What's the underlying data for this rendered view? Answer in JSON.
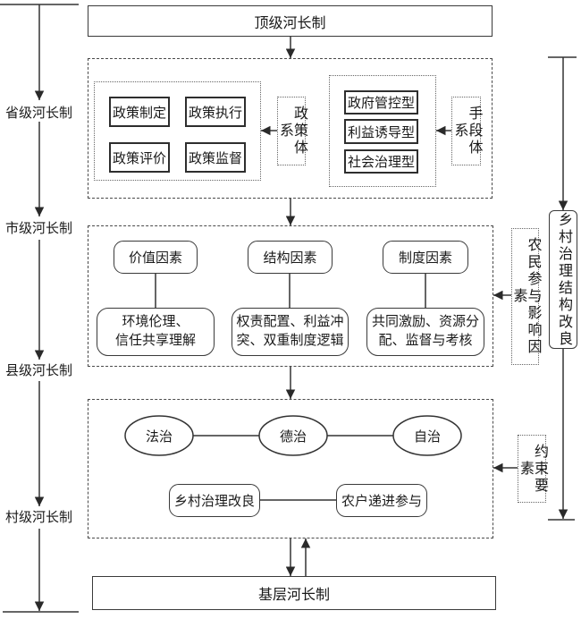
{
  "diagram": {
    "top_box": "顶级河长制",
    "bottom_box": "基层河长制",
    "left_axis_levels": [
      "省级河长制",
      "市级河长制",
      "县级河长制",
      "村级河长制"
    ],
    "right_axis_label": "乡村治理结构改良",
    "section_policy": {
      "policy_cycle": {
        "formulation": "政策制定",
        "execution": "政策执行",
        "supervision": "政策监督",
        "evaluation": "政策评价"
      },
      "policy_system_label": "政策体系",
      "means_types": [
        "政府管控型",
        "利益诱导型",
        "社会治理型"
      ],
      "means_system_label": "手段体系"
    },
    "section_factors": {
      "factors": [
        {
          "name": "价值因素",
          "detail_lines": [
            "环境伦理、",
            "信任共享理解"
          ]
        },
        {
          "name": "结构因素",
          "detail_lines": [
            "权责配置、利益冲",
            "突、双重制度逻辑"
          ]
        },
        {
          "name": "制度因素",
          "detail_lines": [
            "共同激励、资源分",
            "配、监督与考核"
          ]
        }
      ],
      "side_label": "农民参与影响因素"
    },
    "section_constraints": {
      "governance_modes": [
        "法治",
        "德治",
        "自治"
      ],
      "outcomes": [
        "乡村治理改良",
        "农户递进参与"
      ],
      "side_label": "约束要素"
    }
  }
}
